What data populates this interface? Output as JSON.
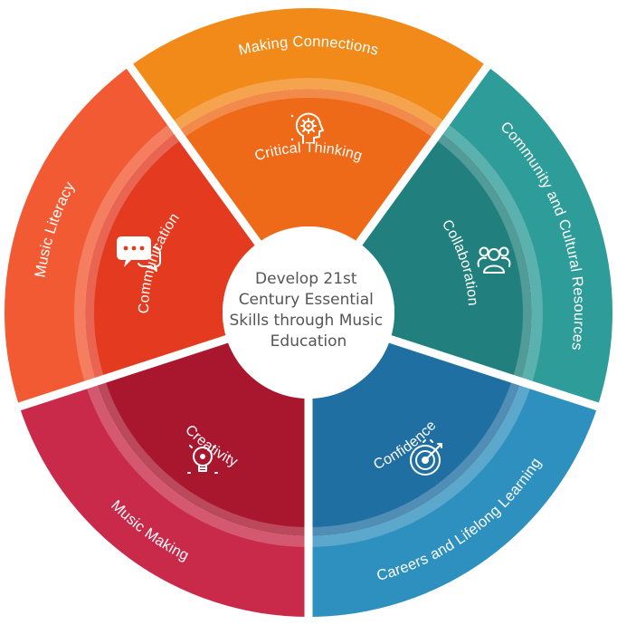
{
  "center": {
    "lines": [
      "Develop 21st",
      "Century Essential",
      "Skills through Music",
      "Education"
    ]
  },
  "segments": [
    {
      "outer_label": "Making Connections",
      "inner_label": "Critical Thinking",
      "icon": "head-gear-icon",
      "outer_color": "#F28A1A",
      "inner_color": "#EE6A18"
    },
    {
      "outer_label": "Community and Cultural Resources",
      "inner_label": "Collaboration",
      "icon": "people-group-icon",
      "outer_color": "#2E9C98",
      "inner_color": "#21807D"
    },
    {
      "outer_label": "Careers and Lifelong Learning",
      "inner_label": "Confidence",
      "icon": "target-icon",
      "outer_color": "#2E90BE",
      "inner_color": "#1F6FA2"
    },
    {
      "outer_label": "Music Making",
      "inner_label": "Creativity",
      "icon": "lightbulb-icon",
      "outer_color": "#C92A4A",
      "inner_color": "#A8172E"
    },
    {
      "outer_label": "Music Literacy",
      "inner_label": "Communication",
      "icon": "chat-bubbles-icon",
      "outer_color": "#F15A33",
      "inner_color": "#E43A20"
    }
  ]
}
